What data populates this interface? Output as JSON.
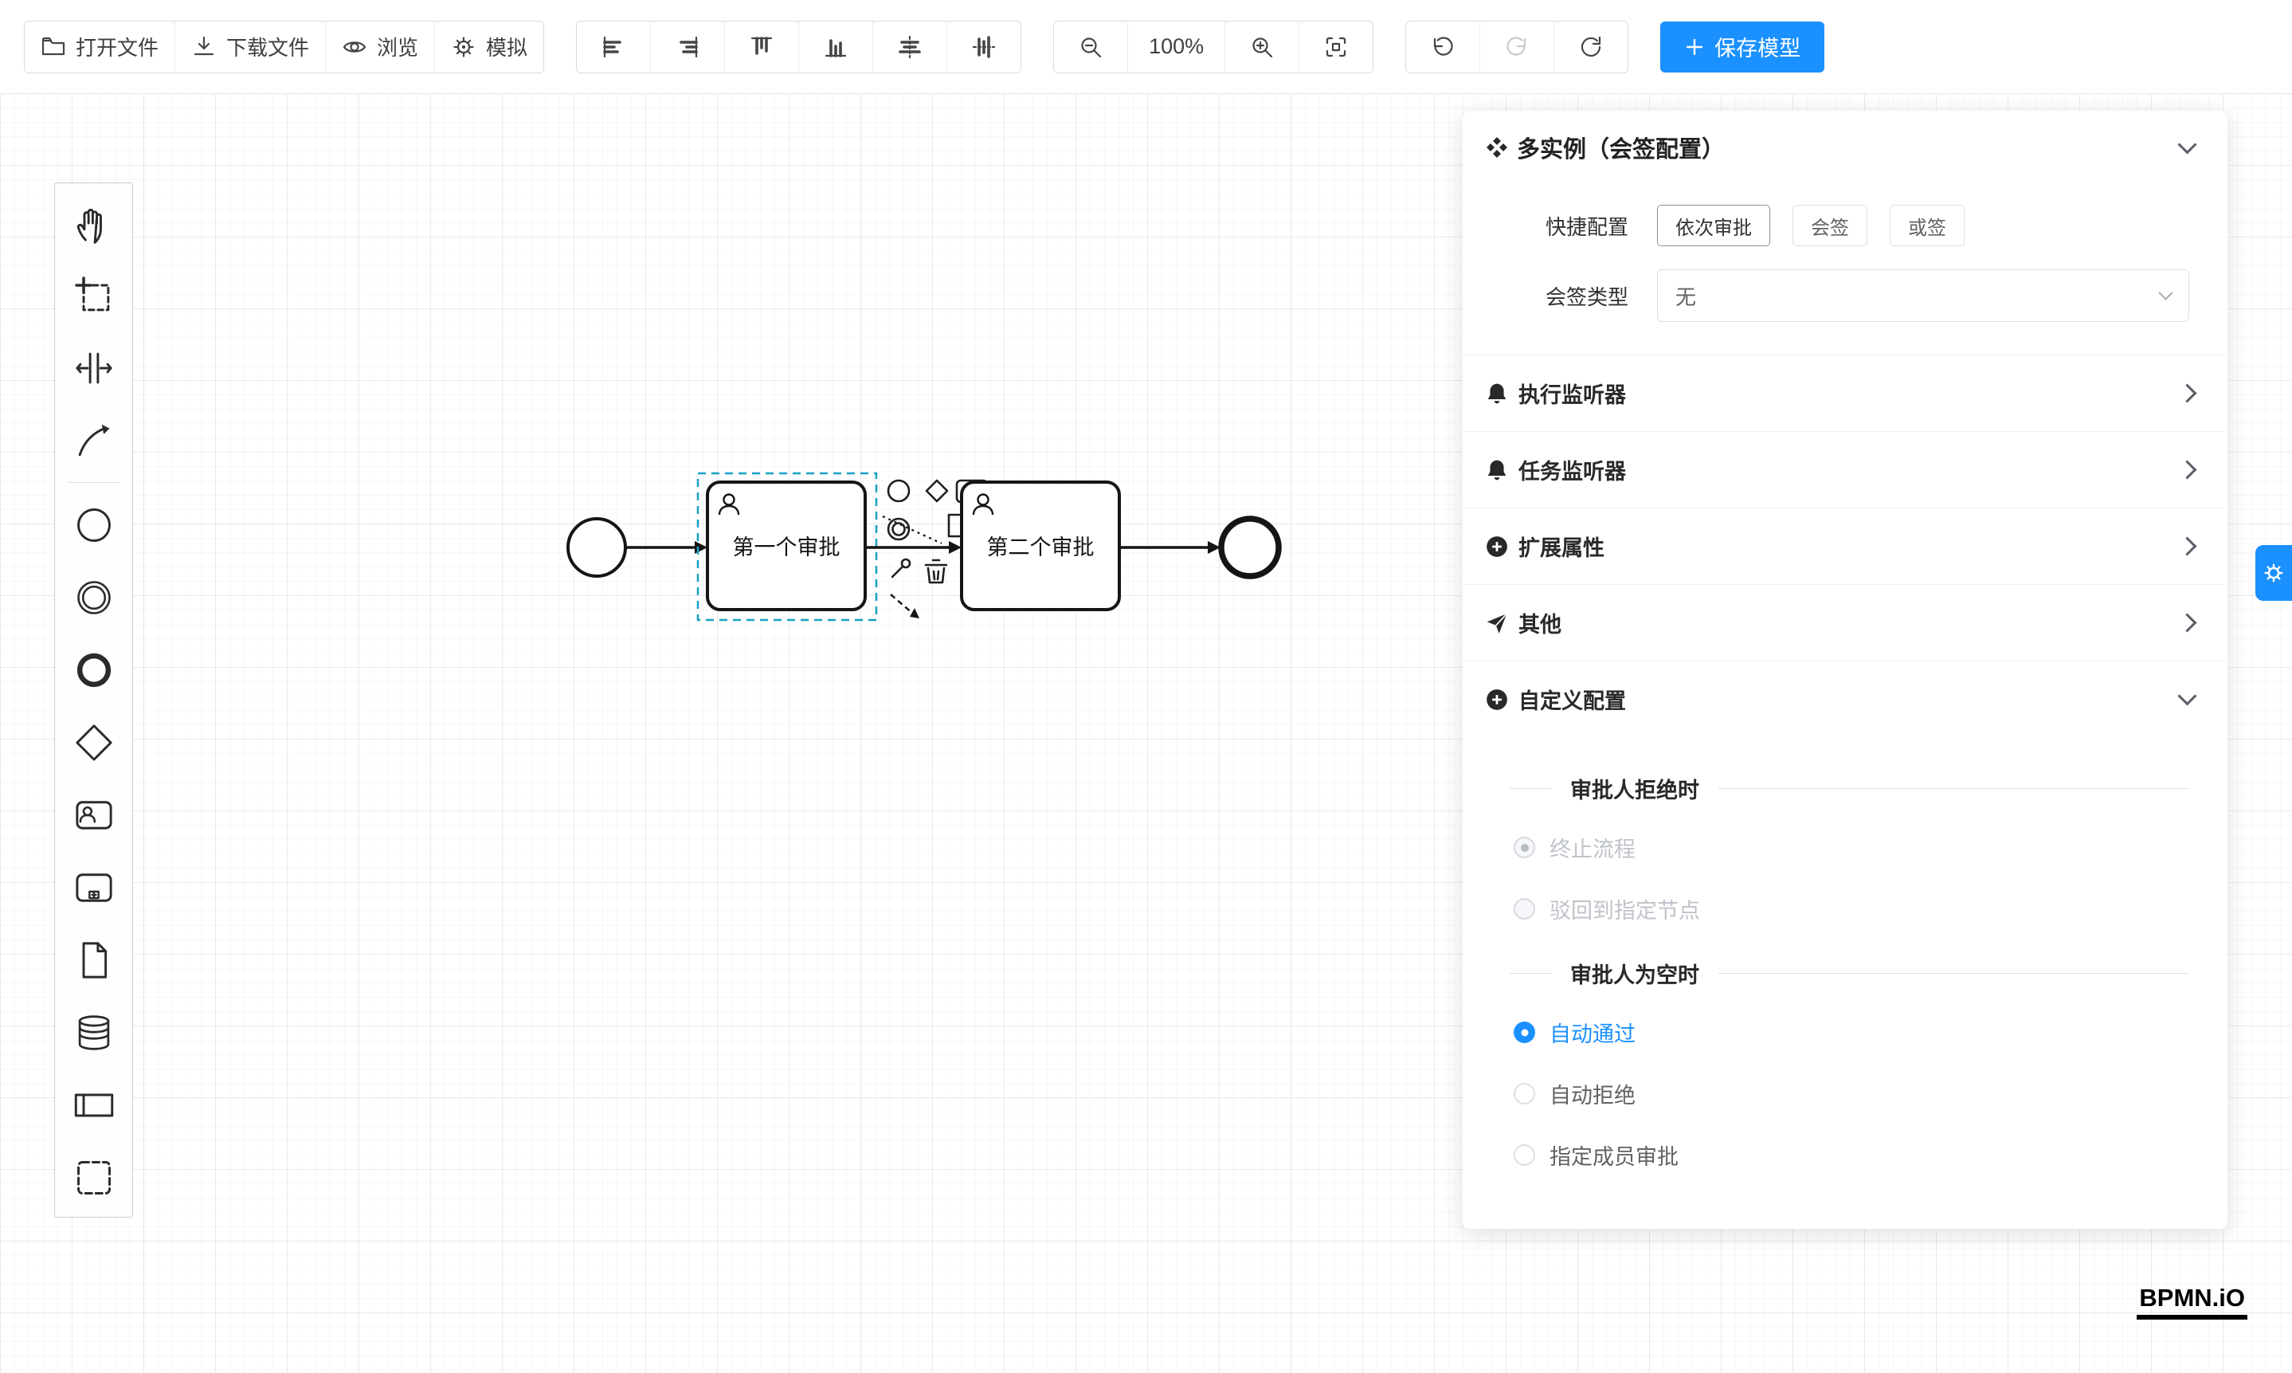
{
  "toolbar": {
    "open_file": "打开文件",
    "download_file": "下载文件",
    "preview": "浏览",
    "simulate": "模拟",
    "zoom_level": "100%",
    "save_model": "保存模型"
  },
  "palette": {
    "tools": [
      "hand-tool",
      "lasso-tool",
      "space-tool",
      "global-connect-tool",
      "start-event",
      "intermediate-event",
      "end-event",
      "gateway",
      "user-task",
      "subprocess",
      "data-object",
      "data-store",
      "participant",
      "group"
    ]
  },
  "canvas": {
    "task1_label": "第一个审批",
    "task2_label": "第二个审批"
  },
  "panel": {
    "title": "多实例（会签配置）",
    "quick_config": {
      "label": "快捷配置",
      "options": [
        "依次审批",
        "会签",
        "或签"
      ],
      "active": 0
    },
    "sign_type": {
      "label": "会签类型",
      "value": "无"
    },
    "sections": [
      {
        "label": "执行监听器",
        "icon": "bell-icon"
      },
      {
        "label": "任务监听器",
        "icon": "bell-icon"
      },
      {
        "label": "扩展属性",
        "icon": "plus-circle-icon"
      },
      {
        "label": "其他",
        "icon": "send-icon"
      },
      {
        "label": "自定义配置",
        "icon": "plus-circle-icon"
      }
    ],
    "reject_group": {
      "title": "审批人拒绝时",
      "options": [
        {
          "label": "终止流程",
          "checked": true,
          "disabled": true
        },
        {
          "label": "驳回到指定节点",
          "checked": false,
          "disabled": true
        }
      ]
    },
    "empty_group": {
      "title": "审批人为空时",
      "options": [
        {
          "label": "自动通过",
          "checked": true,
          "disabled": false
        },
        {
          "label": "自动拒绝",
          "checked": false,
          "disabled": false
        },
        {
          "label": "指定成员审批",
          "checked": false,
          "disabled": false
        }
      ]
    }
  },
  "watermark": "BPMN.iO",
  "colors": {
    "accent": "#1b90ff",
    "selection": "#18a1c4",
    "toolbar_border": "#d9d9d9"
  }
}
